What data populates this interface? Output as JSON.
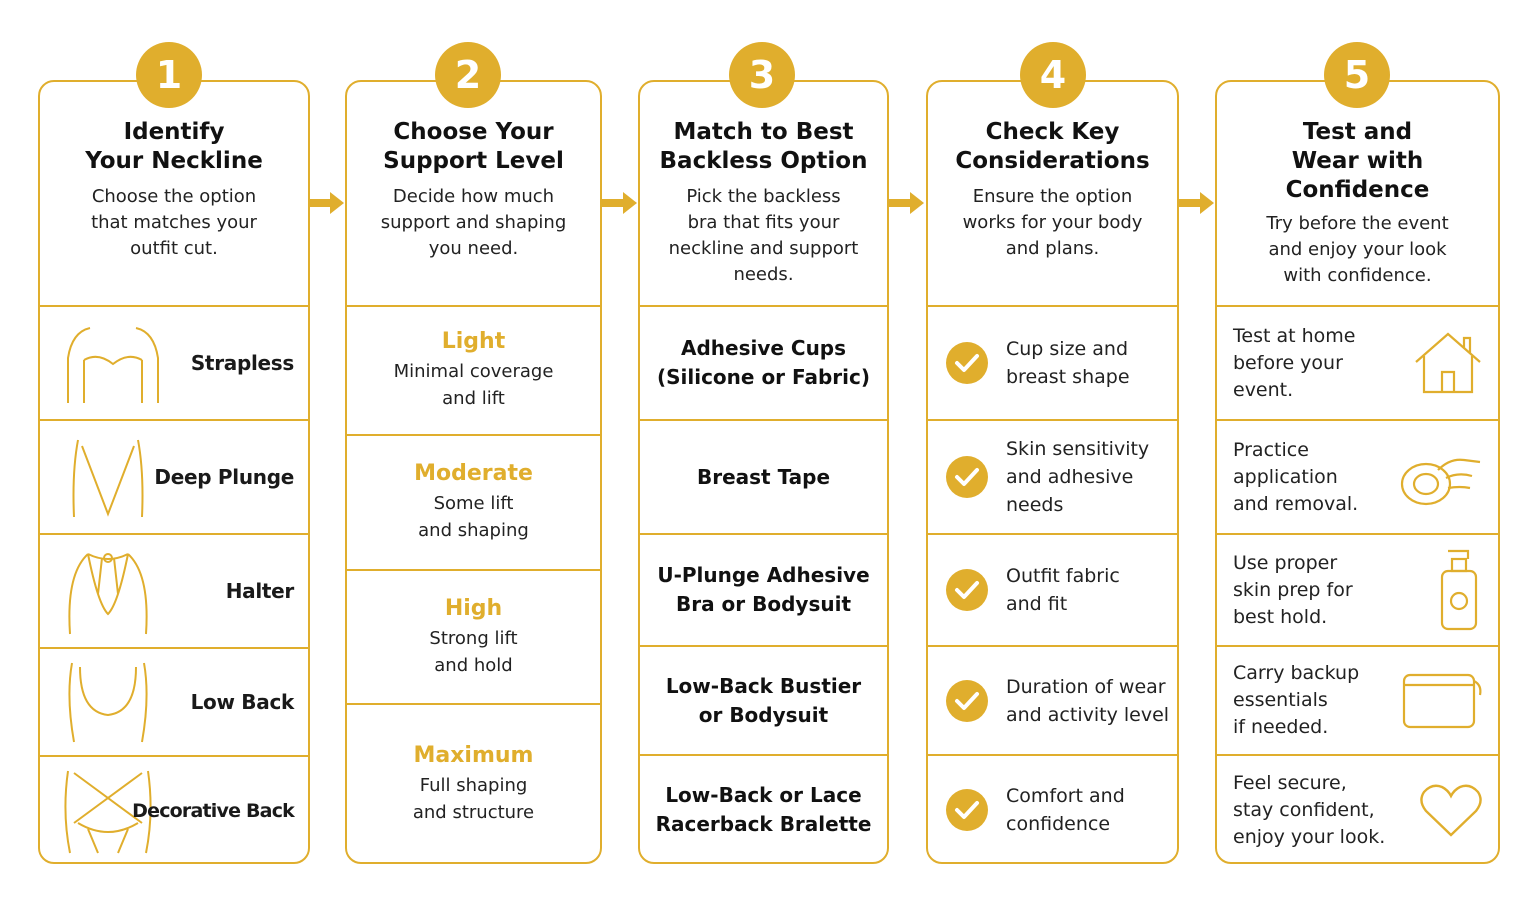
{
  "colors": {
    "accent": "#E0AE2D",
    "text": "#1a1a1a"
  },
  "steps": [
    {
      "number": "1",
      "title": "Identify\nYour Neckline",
      "desc": "Choose the option\nthat matches your\noutfit cut.",
      "items": [
        {
          "label": "Strapless",
          "icon": "strapless-neckline-icon"
        },
        {
          "label": "Deep Plunge",
          "icon": "deep-plunge-neckline-icon"
        },
        {
          "label": "Halter",
          "icon": "halter-neckline-icon"
        },
        {
          "label": "Low Back",
          "icon": "low-back-icon"
        },
        {
          "label": "Decorative Back",
          "icon": "decorative-back-icon"
        }
      ]
    },
    {
      "number": "2",
      "title": "Choose Your\nSupport Level",
      "desc": "Decide how much\nsupport and shaping\nyou need.",
      "items": [
        {
          "level": "Light",
          "desc": "Minimal coverage\nand lift"
        },
        {
          "level": "Moderate",
          "desc": "Some lift\nand shaping"
        },
        {
          "level": "High",
          "desc": "Strong lift\nand hold"
        },
        {
          "level": "Maximum",
          "desc": "Full shaping\nand structure"
        }
      ]
    },
    {
      "number": "3",
      "title": "Match to Best\nBackless Option",
      "desc": "Pick the backless\nbra that fits your\nneckline and support\nneeds.",
      "items": [
        {
          "label": "Adhesive Cups\n(Silicone or Fabric)"
        },
        {
          "label": "Breast Tape"
        },
        {
          "label": "U-Plunge Adhesive\nBra or Bodysuit"
        },
        {
          "label": "Low-Back Bustier\nor Bodysuit"
        },
        {
          "label": "Low-Back or Lace\nRacerback Bralette"
        }
      ]
    },
    {
      "number": "4",
      "title": "Check Key\nConsiderations",
      "desc": "Ensure the option\nworks for your body\nand plans.",
      "items": [
        {
          "label": "Cup size and\nbreast shape",
          "icon": "checkmark-icon"
        },
        {
          "label": "Skin sensitivity\nand adhesive\nneeds",
          "icon": "checkmark-icon"
        },
        {
          "label": "Outfit fabric\nand fit",
          "icon": "checkmark-icon"
        },
        {
          "label": "Duration of wear\nand activity level",
          "icon": "checkmark-icon"
        },
        {
          "label": "Comfort and\nconfidence",
          "icon": "checkmark-icon"
        }
      ]
    },
    {
      "number": "5",
      "title": "Test and\nWear with\nConfidence",
      "desc": "Try before the event\nand enjoy your look\nwith confidence.",
      "items": [
        {
          "label": "Test at home\nbefore your\nevent.",
          "icon": "house-icon"
        },
        {
          "label": "Practice\napplication\nand removal.",
          "icon": "hand-applying-cup-icon"
        },
        {
          "label": "Use proper\nskin prep for\nbest hold.",
          "icon": "pump-bottle-icon"
        },
        {
          "label": "Carry backup\nessentials\nif needed.",
          "icon": "pouch-icon"
        },
        {
          "label": "Feel secure,\nstay confident,\nenjoy your look.",
          "icon": "heart-icon"
        }
      ]
    }
  ]
}
